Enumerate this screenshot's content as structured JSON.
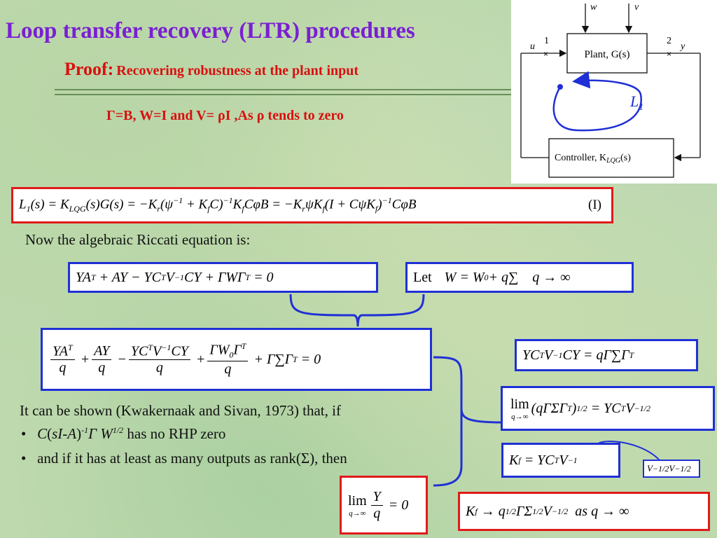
{
  "slide": {
    "title": "Loop transfer recovery (LTR) procedures",
    "subtitle_label": "Proof:",
    "subtitle_text": "Recovering robustness at the plant input",
    "condition": "Γ=B, W=I and V= ρI ,As ρ tends to zero"
  },
  "diagram": {
    "input_w": "w",
    "input_v": "v",
    "signal_u": "u",
    "signal_y": "y",
    "point_1": "1",
    "point_2": "2",
    "plant_label": "Plant, G(s)",
    "controller_label": "Controller, K",
    "controller_sub": "LQG",
    "controller_arg": "(s)",
    "loop_label": "L",
    "loop_sub": "1",
    "colors": {
      "loop": "#1f30d6",
      "frame": "#111111"
    }
  },
  "equations": {
    "loop_eq_tag": "(I)",
    "riccati_intro": "Now the algebraic Riccati equation is:",
    "let_word": "Let",
    "shown_intro": "It can be shown (Kwakernaak and Sivan, 1973) that, if",
    "bullet_1_tail": "has no RHP zero",
    "bullet_2": "and if it has at least as many outputs as rank(Σ), then",
    "kf_final_text": "as"
  },
  "colors": {
    "title": "#7a1fd2",
    "accent_red": "#d81010",
    "box_red": "#e01a1a",
    "box_blue": "#1f30d6"
  }
}
